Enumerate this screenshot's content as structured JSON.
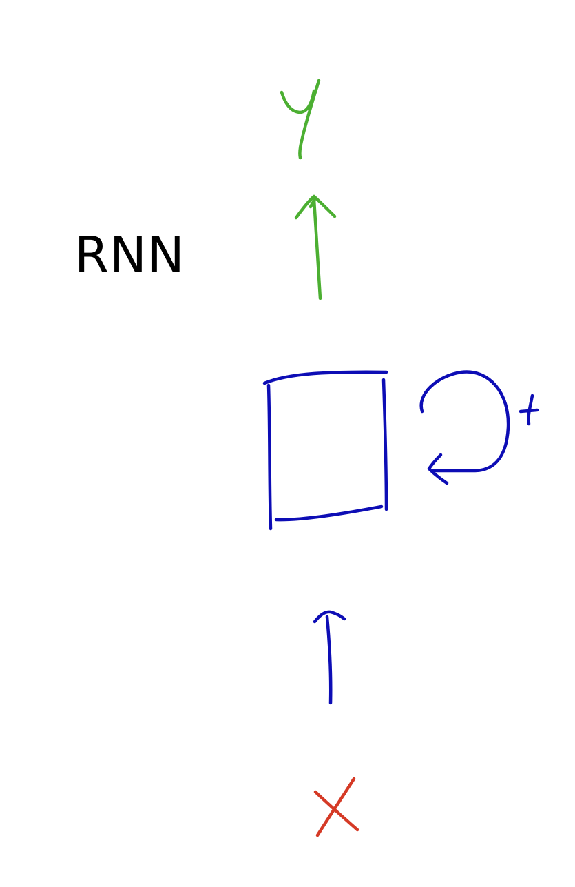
{
  "diagram": {
    "title": "RNN",
    "nodes": [
      {
        "id": "output",
        "label": "y",
        "color": "#4caf32"
      },
      {
        "id": "hidden",
        "label": "",
        "color": "#0d0db5"
      },
      {
        "id": "input",
        "label": "x",
        "color": "#d53a26"
      }
    ],
    "edges": [
      {
        "from": "input",
        "to": "hidden",
        "color": "#0d0db5"
      },
      {
        "from": "hidden",
        "to": "output",
        "color": "#4caf32"
      },
      {
        "from": "hidden",
        "to": "hidden",
        "label": "t",
        "kind": "recurrent-loop",
        "color": "#0d0db5"
      }
    ],
    "colors": {
      "output": "#4caf32",
      "hidden": "#0d0db5",
      "input": "#d53a26",
      "title": "#000000"
    }
  }
}
